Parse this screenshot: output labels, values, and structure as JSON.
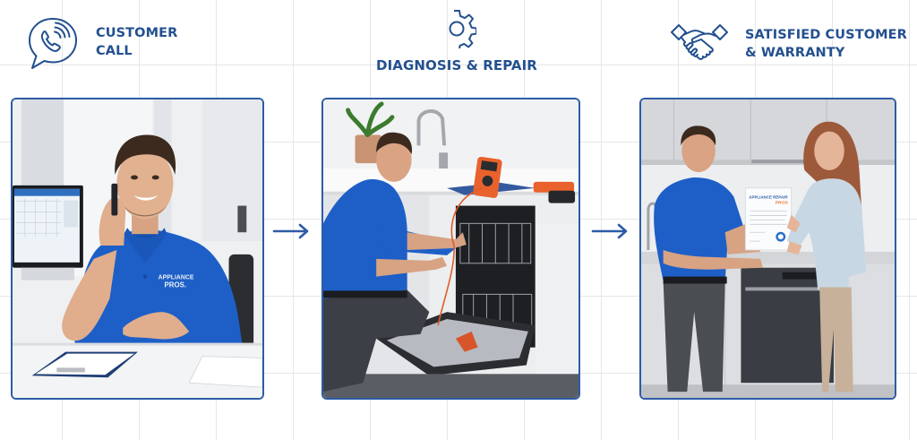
{
  "theme": {
    "accent": "#23508f",
    "card_border": "#2d5ca6",
    "grid_line": "#e6e6e8",
    "background": "#ffffff",
    "shirt_blue": "#1d5fc7"
  },
  "steps": [
    {
      "title_line1": "CUSTOMER",
      "title_line2": "CALL",
      "icon": "phone-chat-bubble-icon",
      "image_alt": "Smiling technician in blue Appliance Pros polo talking on phone at a desk with a computer monitor and clipboard",
      "shirt_logo_line1": "APPLIANCE",
      "shirt_logo_line2": "PROS."
    },
    {
      "title": "DIAGNOSIS & REPAIR",
      "icon": "gear-icon",
      "image_alt": "Technician kneeling and testing an open dishwasher with a multimeter, tools on the door and countertop"
    },
    {
      "title_line1": "SATISFIED CUSTOMER",
      "title_line2": "& WARRANTY",
      "icon": "handshake-icon",
      "image_alt": "Technician handing a warranty certificate to a smiling customer in a kitchen",
      "certificate_heading": "APPLIANCE REPAIR",
      "certificate_brand": "PROS"
    }
  ],
  "arrows": [
    {
      "from": 1,
      "to": 2,
      "icon": "arrow-right-icon"
    },
    {
      "from": 2,
      "to": 3,
      "icon": "arrow-right-icon"
    }
  ]
}
